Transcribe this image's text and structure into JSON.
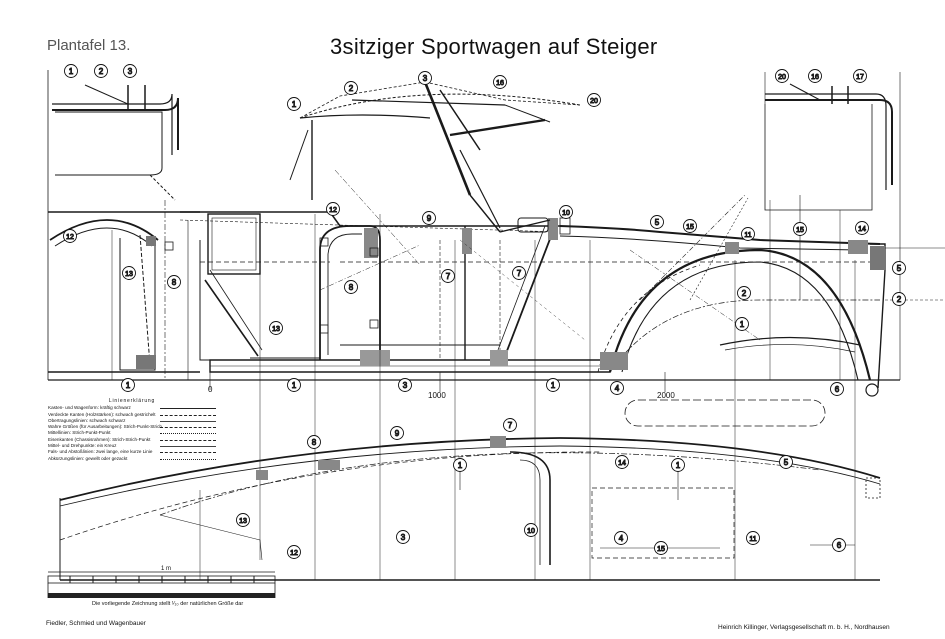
{
  "plate_label": "Plantafel 13.",
  "title": "3sitziger Sportwagen auf Steiger",
  "legend": {
    "heading": "Linienerklärung",
    "rows": [
      {
        "text": "Kasten- und Wagenform: kräftig schwarz",
        "style": "solid"
      },
      {
        "text": "Verdeckte Kanten (Holzstärken): schwach gestrichelt",
        "style": "dash"
      },
      {
        "text": "Obertragungslinien: schwach schwarz",
        "style": "thin"
      },
      {
        "text": "Wahre Größen (für Ausarbeitungen): Strich-Punkt-Strich",
        "style": "dash"
      },
      {
        "text": "Mittellinien: Strich-Punkt-Punkt",
        "style": "dot"
      },
      {
        "text": "Eisenkanten (Chassisrahmen): Strich-Strich-Punkt",
        "style": "dash"
      },
      {
        "text": "Mittel- und Drehpunkte: ein Kreuz",
        "style": "thin"
      },
      {
        "text": "Fals- und Abstoßlinien: zwei lange, eine kurze Linie",
        "style": "dash"
      },
      {
        "text": "Abkürzungslinien: gewellt oder gezackt",
        "style": "dot"
      }
    ]
  },
  "dimensions": {
    "d0": "0",
    "d1000": "1000",
    "d2000": "2000"
  },
  "scale_unit": "1 m",
  "scale_caption": "Die vorliegende Zeichnung stellt ¹⁄₁₀ der natürlichen Größe dar",
  "footer_left": "Fiedler, Schmied und Wagenbauer",
  "footer_right": "Heinrich Killinger, Verlagsgesellschaft m. b. H., Nordhausen",
  "callouts": [
    "1",
    "2",
    "3",
    "4",
    "5",
    "6",
    "7",
    "8",
    "9",
    "10",
    "11",
    "12",
    "13",
    "14",
    "15",
    "16",
    "17",
    "18",
    "19",
    "20"
  ]
}
